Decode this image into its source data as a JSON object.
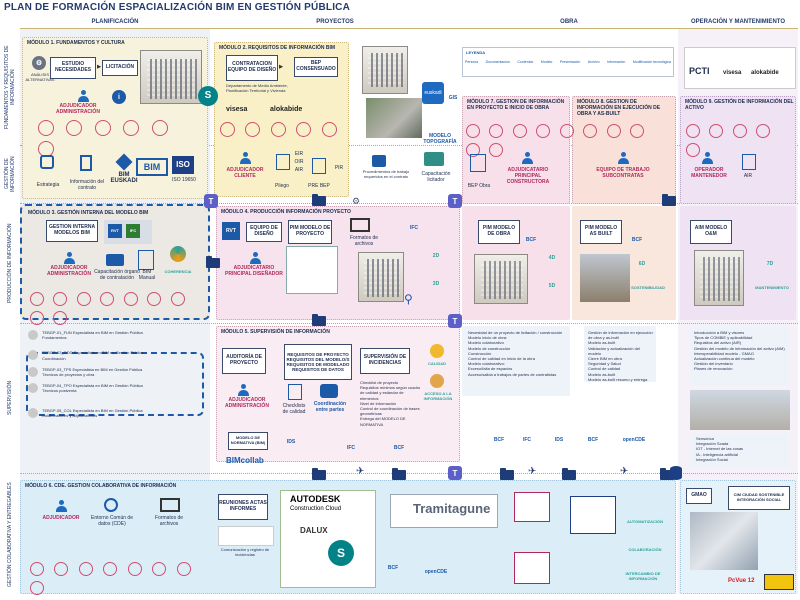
{
  "title": "PLAN DE FORMACIÓN ESPACIALIZACIÓN BIM EN GESTIÓN PÚBLICA",
  "columns": [
    "PLANIFICACIÓN",
    "PROYECTOS",
    "OBRA",
    "OPERACIÓN Y MANTENIMIENTO"
  ],
  "lanes": [
    "FUNDAMENTOS Y REQUISITOS DE INFORMACIÓN",
    "GESTIÓN DE INFORMACIÓN",
    "PRODUCCIÓN DE INFORMACIÓN",
    "SUPERVISIÓN",
    "GESTIÓN COLABORATIVA Y ENTREGABLES"
  ],
  "mod1": {
    "title": "MÓDULO 1.  FUNDAMENTOS Y CULTURA",
    "analisis": "ANÁLISIS ALTERNATIVAS",
    "estudio": "ESTUDIO NECESIDADES",
    "licitacion": "LICITACIÓN",
    "role": "ADJUDICADOR ADMINISTRACIÓN",
    "estrategia": "Estrategia",
    "informacion": "Información del contrato",
    "bim_euskadi": "BIM EUSKADI",
    "bim": "BIM",
    "iso": "ISO",
    "iso_code": "ISO 19650"
  },
  "mod2": {
    "title": "MÓDULO 2. REQUISITOS DE INFORMACIÓN BIM",
    "contratacion": "CONTRATACION EQUIPO DE DISEÑO",
    "bep": "BEP CONSENSUADO",
    "dept": "Departamento de Medio Ambiente, Planificación Territorial y Vivienda",
    "visesa": "visesa",
    "alokabide": "alokabide",
    "role": "ADJUDICADOR CLIENTE",
    "pliego": "Pliego",
    "eir": "EIR",
    "oir": "OIR",
    "air": "AIR",
    "pre_bep": "PRE BEP",
    "pir": "PIR",
    "gis": "GIS",
    "euskadi": "euskadi",
    "modelo_topo": "MODELO TOPOGRAFÍA",
    "procedimientos": "Procedimientos de trabajo requeridos en el contrato",
    "capacitacion": "Capacitación licitador"
  },
  "mod3": {
    "title": "MÓDULO 3. GESTIÓN INTERNA DEL MODELO BIM",
    "gestion": "GESTION INTERNA MODELOS BIM",
    "role": "ADJUDICADOR ADMINISTRACIÓN",
    "capacitacion": "Capacitación órgano de contratación",
    "bim_manual": "BIM Manual",
    "coherencia": "COHERENCIA",
    "rvt": "RVT",
    "ifc": "IFC"
  },
  "mod4": {
    "title": "MÓDULO 4. PRODUCCIÓN INFORMACIÓN PROYECTO",
    "rvt": "RVT",
    "equipo": "EQUIPO DE DISEÑO",
    "pim": "PIM MODELO DE PROYECTO",
    "formatos": "Formatos de archivos",
    "ifc": "IFC",
    "role": "ADJUDICATARIO PRINCIPAL DISEÑADOR",
    "d2": "2D",
    "d3": "3D"
  },
  "mod5": {
    "title": "MÓDULO 5. SUPERVISIÓN DE INFORMACIÓN",
    "auditoria": "AUDITORÍA DE PROYECTO",
    "requisitos": "REQUISITOS DE PROYECTO REQUISITOS DEL MODELO/S REQUISITOS DE MODELADO REQUISITOS DE DATOS",
    "supervision": "SUPERVISIÓN DE INCIDENCIAS",
    "role": "ADJUDICADOR ADMINISTRACIÓN",
    "checklists": "Checklists de calidad",
    "coordinacion": "Coordinación entre partes",
    "calidad": "CALIDAD",
    "acceso": "ACCESO A LA INFORMACIÓN",
    "modelo_norm": "MODELO DE NORMATIVA (BIM)",
    "ids": "IDS",
    "ifc": "IFC",
    "bcf": "BCF",
    "bimcollab": "BIMcollab",
    "checks": [
      "Checklist de proyecto",
      "Requisitos mínimos según cuadro de calidad y estándar de elementos",
      "Nivel de información",
      "Control de coordinación de bases geométricas",
      "Entrega del MODELO DE NORMATIVA"
    ]
  },
  "tebgp": [
    {
      "code": "TEBGP-01_FUN",
      "title": "Especialista en BIM en Gestión Pública",
      "sub": "Fundamentos"
    },
    {
      "code": "TEBGP-02_COO",
      "title": "Especialista en BIM en Gestión Pública",
      "sub": "Coordinación"
    },
    {
      "code": "TEBGP-03_TPS",
      "title": "Especialista en BIM en Gestión Pública",
      "sub": "Técnicos de proyectos y obra"
    },
    {
      "code": "TEBGP-04_TPO",
      "title": "Especialista en BIM en Gestión Pública",
      "sub": "Técnicos postventa"
    },
    {
      "code": "TEBGP-05_COL",
      "title": "Especialista en BIM en Gestión Pública",
      "sub": "Colaboradores y adjudicatarios"
    }
  ],
  "legend": {
    "title": "LEYENDA",
    "items": [
      "Persona",
      "Documentación",
      "Contenido",
      "Modelo",
      "Presentación",
      "Archivo",
      "Información",
      "Modificación tecnológica"
    ]
  },
  "mod7": {
    "title": "MÓDULO 7. GESTION DE INFORMACIÓN EN PROYECTO E INICIO DE OBRA",
    "bep": "BEP Obra",
    "role": "ADJUDICATARIO PRINCIPAL CONSTRUCTORA",
    "pim": "PIM MODELO DE OBRA",
    "bcf": "BCF",
    "d4": "4D",
    "d5": "5D",
    "list": [
      "Necesidad de un proyecto de licitación / construcción",
      "Modelo inicio de obra:",
      "Modelo colaborativo",
      "Modelo de construcción",
      "Construcción",
      "Control de calidad en inicio de la obra",
      "Modelo colaborativo:",
      "Exceso/falta de espacios",
      "Acceso/salida a trabajos de partes de contratistas"
    ]
  },
  "mod8": {
    "title": "MÓDULO 8. GESTION DE INFORMACIÓN EN EJECUCIÓN DE OBRA Y AS-BUILT",
    "role": "EQUIPO DE TRABAJO SUBCONTRATAS",
    "pim": "PIM MODELO AS BUILT",
    "bcf": "BCF",
    "d6": "6D",
    "sost": "SOSTENIBILIDAD",
    "list": [
      "Gestión de información en ejecución de obra y as-built",
      "Modelo as-built",
      "Validación y actualización del modelo",
      "Cierre BIM en obra",
      "Seguridad y Salud",
      "Control de calidad",
      "Modelo as-built",
      "Modelo as-built resumo y entrega"
    ],
    "ifc": "IFC",
    "ids": "IDS",
    "opencde": "openCDE"
  },
  "mod9": {
    "title": "MÓDULO 9. GESTIÓN DE INFORMACIÓN DEL ACTIVO",
    "pcti": "PCTI",
    "visesa": "visesa",
    "alokabide": "alokabide",
    "role": "OPERADOR MANTENEDOR",
    "air": "AIR",
    "aim": "AIM MODELO O&M",
    "d7": "7D",
    "mant": "MANTENIMIENTO",
    "list": [
      "Introducción a BIM y visores",
      "Tipos de COMBIE y aplicabilidad",
      "Requisitos del activo (AIR)",
      "Gestión del modelo de información del activo (AIM)",
      "Interoperabilidad modelo - GMAO",
      "Actualización continua del modelo",
      "Gestión del inventario",
      "Planes de renovación"
    ],
    "list2": [
      "Sensórica",
      "Integración Scada",
      "IOT - Internet de las cosas",
      "IA - Inteligencia artificial",
      "Integración Social"
    ]
  },
  "mod6": {
    "title": "MÓDULO 6. CDE. GESTION COLABORATIVA DE INFORMACIÓN",
    "role": "ADJUDICADOR",
    "entorno": "Entorno Común de datos (CDE)",
    "formatos": "Formatos de archivos",
    "reuniones": "REUNIONES ACTAS INFORMES",
    "comunicacion": "Comunicación y registro de incidencias",
    "autodesk": "AUTODESK",
    "acc": "Construction Cloud",
    "dalux": "DALUX",
    "tramitagune": "Tramitagune",
    "bcf": "BCF",
    "opencde": "openCDE",
    "automatizacion": "AUTOMATIZACIÓN",
    "colaboracion": "COLABORACIÓN",
    "intercambio": "INTERCAMBIO DE INFORMACIÓN",
    "gmao": "GMAO",
    "cim": "CIM CIUDAD SOSTENIBLE INTEGRACIÓN SOCIAL",
    "pcvue": "PcVue 12"
  },
  "colors": {
    "planning_bg": "#e9eef6",
    "mod_yellow": "#fbf3c9",
    "mod_pink": "#f5e3ee",
    "mod_blue": "#dceef8",
    "accent_blue": "#1c5aa8",
    "accent_magenta": "#b2285d"
  }
}
